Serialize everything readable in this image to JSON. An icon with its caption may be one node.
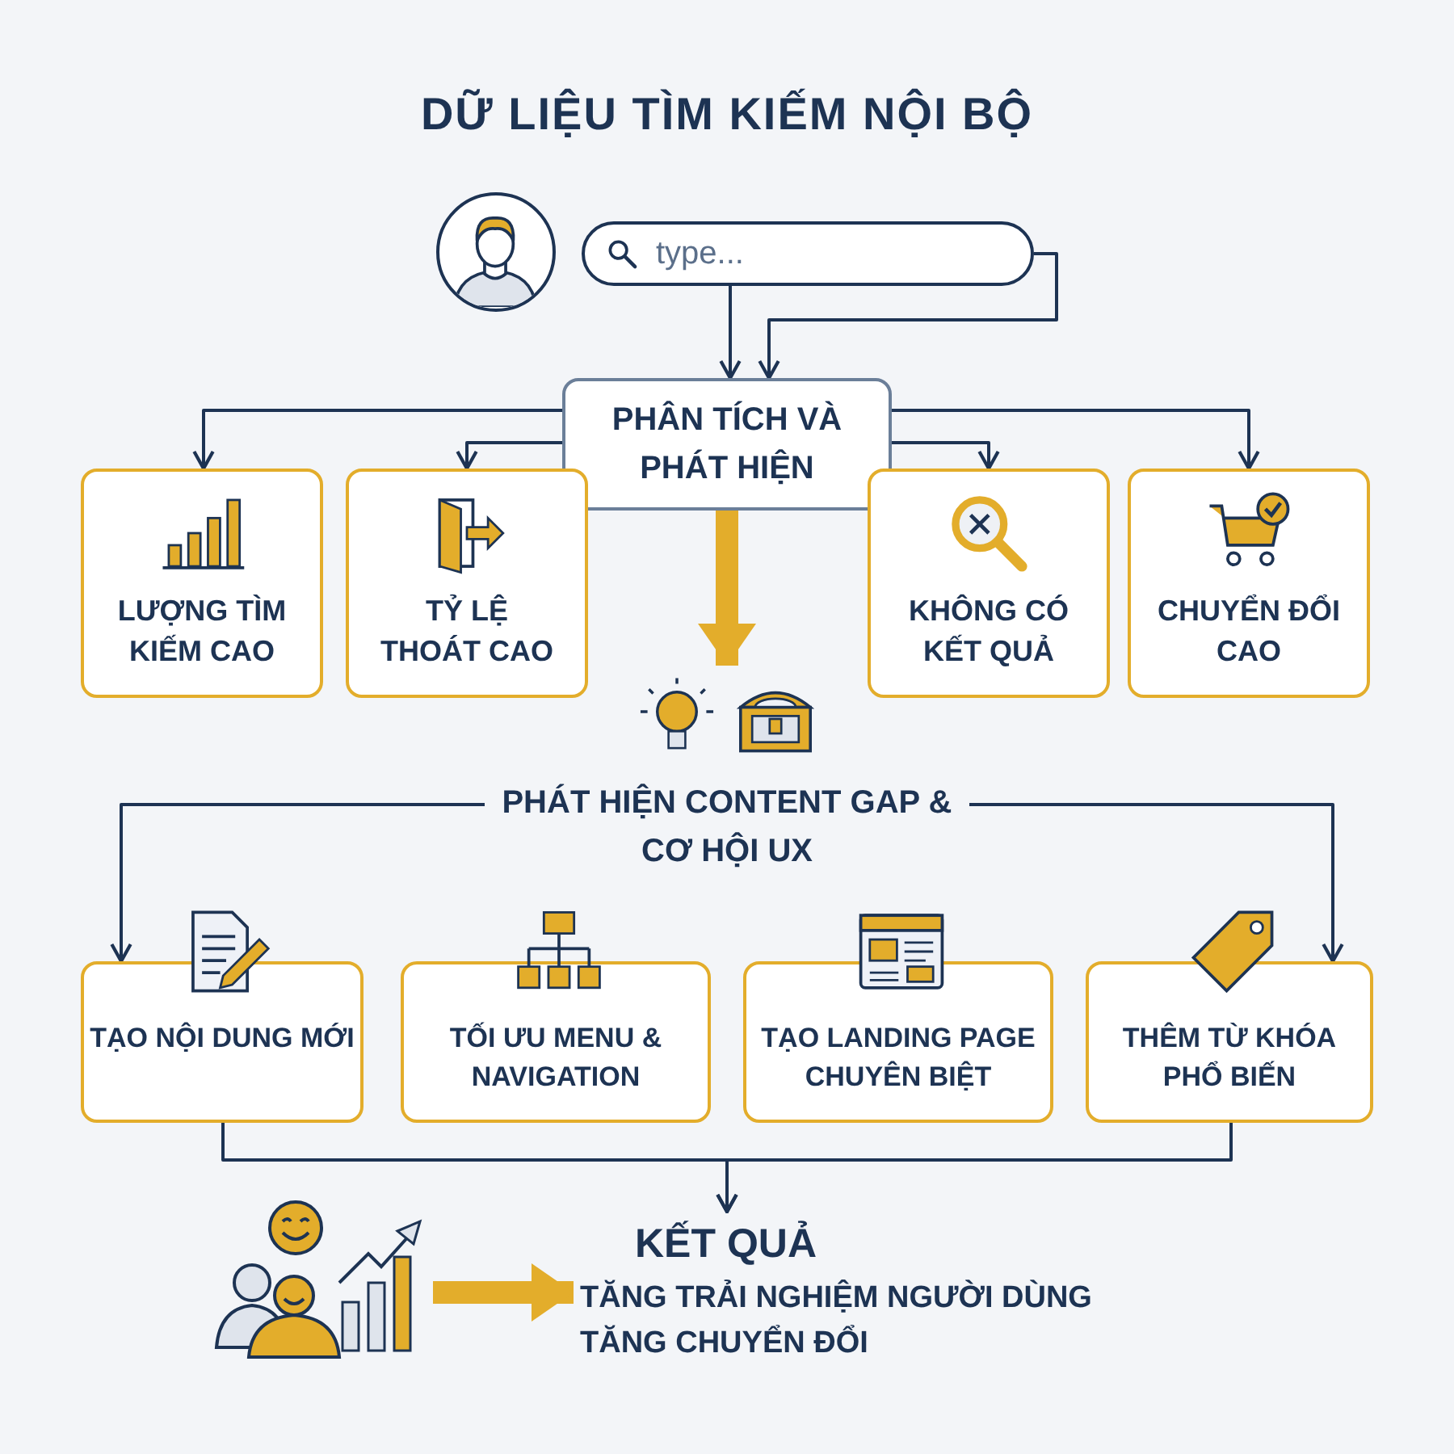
{
  "diagram": {
    "title": "DỮ LIỆU TÌM KIẾM NỘI BỘ",
    "nodes": [
      {
        "text": [],
        "shape": "person"
      },
      {
        "text": [
          "type..."
        ]
      },
      {
        "text": [
          "PHÂN TÍCH VÀ PHÁT HIỆN"
        ]
      },
      {
        "text": [
          "LƯỢNG TÌM KIẾM CAO"
        ]
      },
      {
        "text": [
          "TỶ LỆ THOÁT CAO"
        ]
      },
      {
        "text": [
          "KHÔNG CÓ KẾT QUẢ"
        ]
      },
      {
        "text": [
          "CHUYỂN ĐỔI CAO"
        ]
      },
      {
        "text": [
          "PHÁT HIỆN CONTENT GAP & CƠ HỘI UX"
        ]
      },
      {
        "text": [
          "TẠO NỘI DUNG MỚI"
        ]
      },
      {
        "text": [
          "TỐI ƯU MENU & NAVIGATION"
        ]
      },
      {
        "text": [
          "TẠO LANDING PAGE CHUYÊN BIỆT"
        ]
      },
      {
        "text": [
          "THÊM TỪ KHÓA PHỔ BIẾN"
        ]
      },
      {
        "text": [],
        "shape": "picture"
      },
      {
        "text": [
          "KẾT QUẢ",
          "TĂNG TRẢI NGHIỆM NGƯỜI DÙNG",
          "TĂNG CHUYỂN ĐỔI"
        ]
      }
    ],
    "edges": [
      {
        "from": 1,
        "to": 2,
        "arrow": "to"
      },
      {
        "from": 1,
        "to": 2,
        "arrow": "to"
      },
      {
        "from": 2,
        "to": 3,
        "arrow": "to"
      },
      {
        "from": 2,
        "to": 4,
        "arrow": "to"
      },
      {
        "from": 2,
        "to": 5,
        "arrow": "to"
      },
      {
        "from": 2,
        "to": 6,
        "arrow": "to"
      },
      {
        "from": 2,
        "to": 7,
        "arrow": "to",
        "style": "thick",
        "color": "#e3ad2b"
      },
      {
        "from": 7,
        "to": 8,
        "arrow": "to"
      },
      {
        "from": 7,
        "to": 11,
        "arrow": "to"
      },
      {
        "from": 8,
        "to": 13,
        "arrow": "to"
      },
      {
        "from": 11,
        "to": 13,
        "arrow": "to"
      },
      {
        "from": 12,
        "to": 13,
        "arrow": "to",
        "style": "thick",
        "color": "#e3ad2b"
      }
    ]
  }
}
